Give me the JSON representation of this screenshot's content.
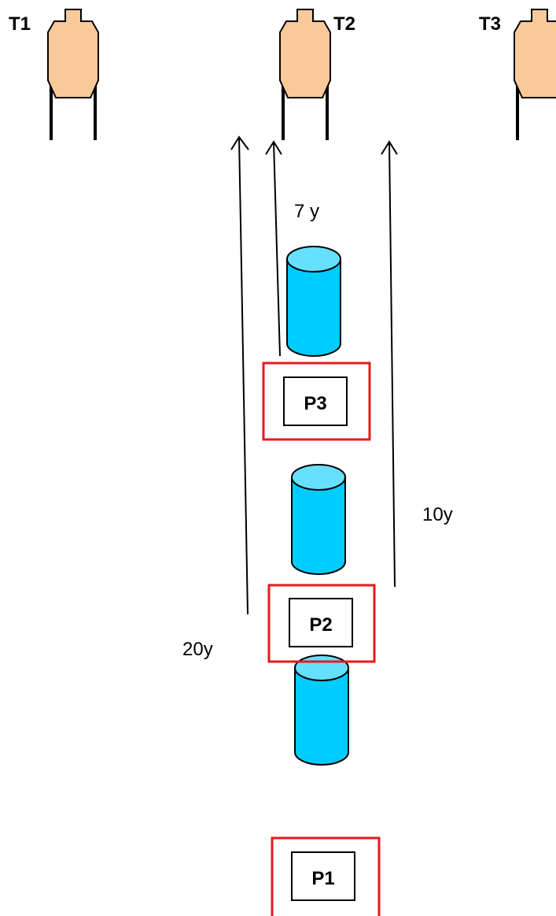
{
  "colors": {
    "target_fill": "#F9C999",
    "barrel_body": "#00CCFF",
    "barrel_top": "#66E0FF",
    "shooting_box_border": "#E31B1B",
    "line": "#000000"
  },
  "targets": [
    {
      "id": "T1",
      "label": "T1"
    },
    {
      "id": "T2",
      "label": "T2"
    },
    {
      "id": "T3",
      "label": "T3"
    }
  ],
  "positions": [
    {
      "id": "P3",
      "label": "P3"
    },
    {
      "id": "P2",
      "label": "P2"
    },
    {
      "id": "P1",
      "label": "P1"
    }
  ],
  "distances": [
    {
      "id": "d7",
      "label": "7 y"
    },
    {
      "id": "d10",
      "label": "10y"
    },
    {
      "id": "d20",
      "label": "20y"
    }
  ]
}
